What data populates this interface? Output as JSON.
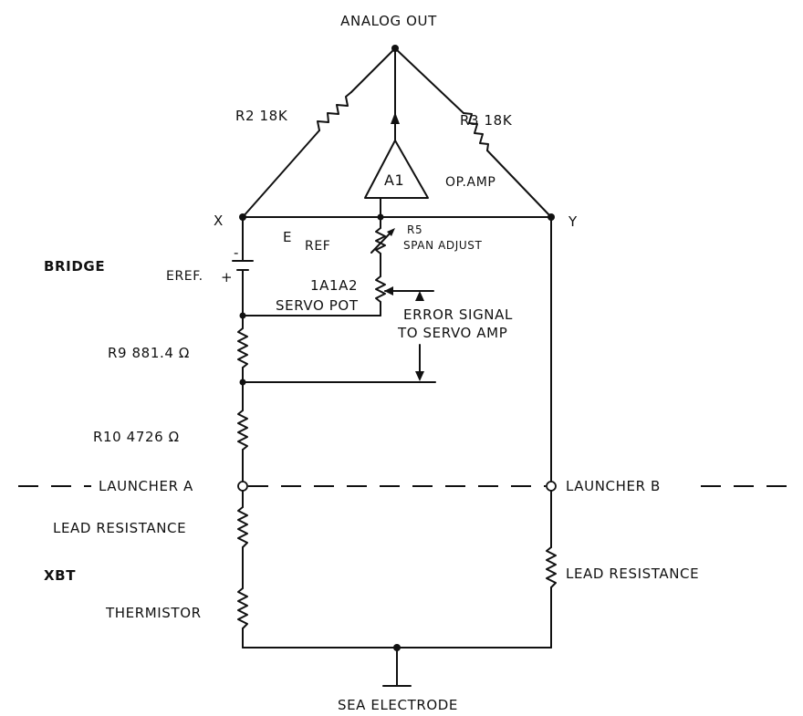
{
  "labels": {
    "analog_out": "ANALOG OUT",
    "r2": "R2 18K",
    "r3": "R3 18K",
    "a1": "A1",
    "op_amp": "OP.AMP",
    "node_x": "X",
    "node_y": "Y",
    "e": "E",
    "ref": "REF",
    "r5": "R5",
    "span_adjust": "SPAN ADJUST",
    "bridge": "BRIDGE",
    "eref": "EREF.",
    "minus": "-",
    "plus": "+",
    "servo_id": "1A1A2",
    "servo_pot": "SERVO POT",
    "error_line1": "ERROR SIGNAL",
    "error_line2": "TO SERVO AMP",
    "r9": "R9 881.4 Ω",
    "r10": "R10 4726 Ω",
    "launcher_a": "LAUNCHER A",
    "launcher_b": "LAUNCHER B",
    "lead_resistance_a": "LEAD RESISTANCE",
    "lead_resistance_b": "LEAD RESISTANCE",
    "xbt": "XBT",
    "thermistor": "THERMISTOR",
    "sea_electrode": "SEA ELECTRODE"
  }
}
